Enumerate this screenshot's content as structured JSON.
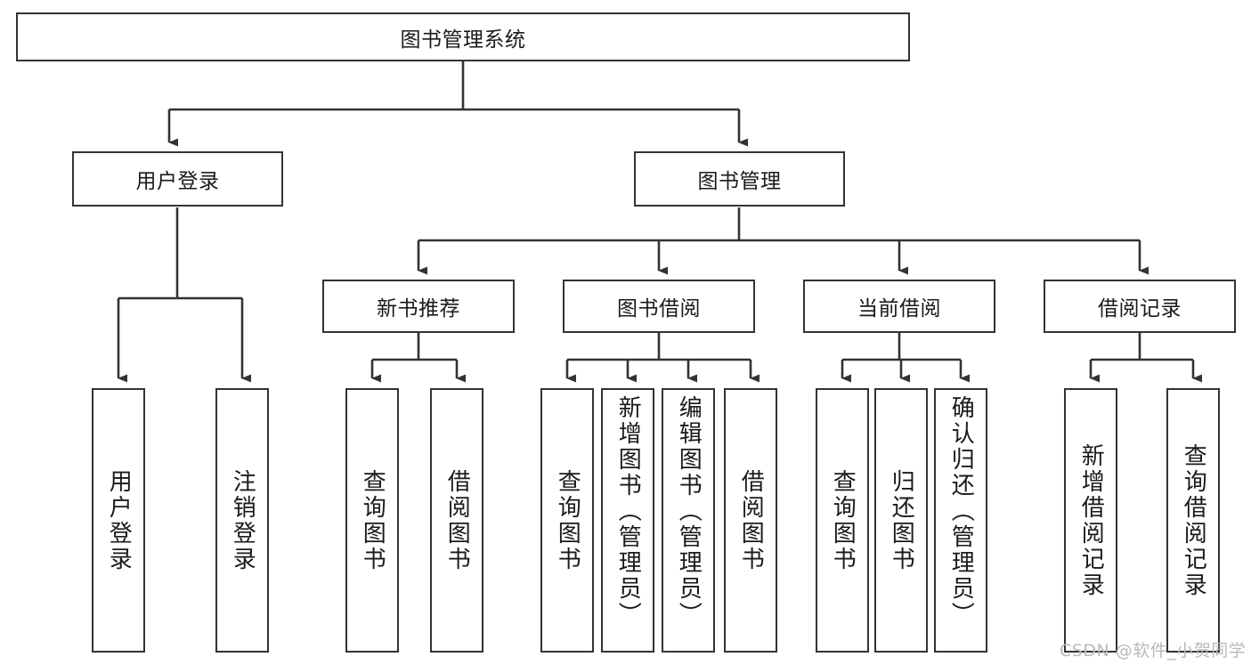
{
  "diagram": {
    "title": "图书管理系统",
    "type": "hierarchy-tree",
    "root": {
      "label": "图书管理系统"
    },
    "level2": [
      {
        "label": "用户登录"
      },
      {
        "label": "图书管理"
      }
    ],
    "level3": [
      {
        "label": "新书推荐"
      },
      {
        "label": "图书借阅"
      },
      {
        "label": "当前借阅"
      },
      {
        "label": "借阅记录"
      }
    ],
    "leaves": [
      {
        "label": "用户登录",
        "parent": "用户登录"
      },
      {
        "label": "注销登录",
        "parent": "用户登录"
      },
      {
        "label": "查询图书",
        "parent": "新书推荐"
      },
      {
        "label": "借阅图书",
        "parent": "新书推荐"
      },
      {
        "label": "查询图书",
        "parent": "图书借阅"
      },
      {
        "label": "新增图书（管理员）",
        "parent": "图书借阅"
      },
      {
        "label": "编辑图书（管理员）",
        "parent": "图书借阅"
      },
      {
        "label": "借阅图书",
        "parent": "图书借阅"
      },
      {
        "label": "查询图书",
        "parent": "当前借阅"
      },
      {
        "label": "归还图书",
        "parent": "当前借阅"
      },
      {
        "label": "确认归还（管理员）",
        "parent": "当前借阅"
      },
      {
        "label": "新增借阅记录",
        "parent": "借阅记录"
      },
      {
        "label": "查询借阅记录",
        "parent": "借阅记录"
      }
    ]
  },
  "watermark": {
    "text": "CSDN @软件_小贺同学"
  },
  "colors": {
    "border": "#333333",
    "background": "#ffffff",
    "text": "#1a1a1a",
    "watermark": "#b9b9b9"
  }
}
